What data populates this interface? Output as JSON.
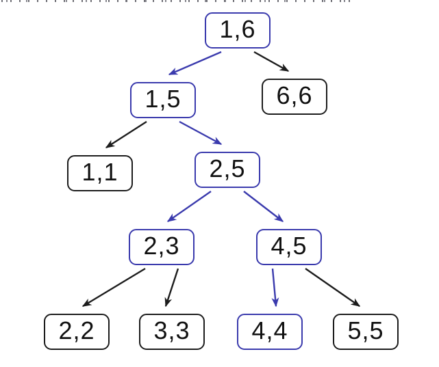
{
  "diagram": {
    "colors": {
      "highlight_blue": "#3a3aad",
      "line_black": "#1c1c1c",
      "text": "#111111",
      "background": "#ffffff"
    },
    "nodes": [
      {
        "id": "1-6",
        "label": "1,6",
        "highlighted": true
      },
      {
        "id": "1-5",
        "label": "1,5",
        "highlighted": true
      },
      {
        "id": "6-6",
        "label": "6,6",
        "highlighted": false
      },
      {
        "id": "1-1",
        "label": "1,1",
        "highlighted": false
      },
      {
        "id": "2-5",
        "label": "2,5",
        "highlighted": true
      },
      {
        "id": "2-3",
        "label": "2,3",
        "highlighted": true
      },
      {
        "id": "4-5",
        "label": "4,5",
        "highlighted": true
      },
      {
        "id": "2-2",
        "label": "2,2",
        "highlighted": false
      },
      {
        "id": "3-3",
        "label": "3,3",
        "highlighted": false
      },
      {
        "id": "4-4",
        "label": "4,4",
        "highlighted": true
      },
      {
        "id": "5-5",
        "label": "5,5",
        "highlighted": false
      }
    ],
    "edges": [
      {
        "from": "1-6",
        "to": "1-5",
        "highlighted": true
      },
      {
        "from": "1-6",
        "to": "6-6",
        "highlighted": false
      },
      {
        "from": "1-5",
        "to": "1-1",
        "highlighted": false
      },
      {
        "from": "1-5",
        "to": "2-5",
        "highlighted": true
      },
      {
        "from": "2-5",
        "to": "2-3",
        "highlighted": true
      },
      {
        "from": "2-5",
        "to": "4-5",
        "highlighted": true
      },
      {
        "from": "2-3",
        "to": "2-2",
        "highlighted": false
      },
      {
        "from": "2-3",
        "to": "3-3",
        "highlighted": false
      },
      {
        "from": "4-5",
        "to": "4-4",
        "highlighted": true
      },
      {
        "from": "4-5",
        "to": "5-5",
        "highlighted": false
      }
    ]
  }
}
